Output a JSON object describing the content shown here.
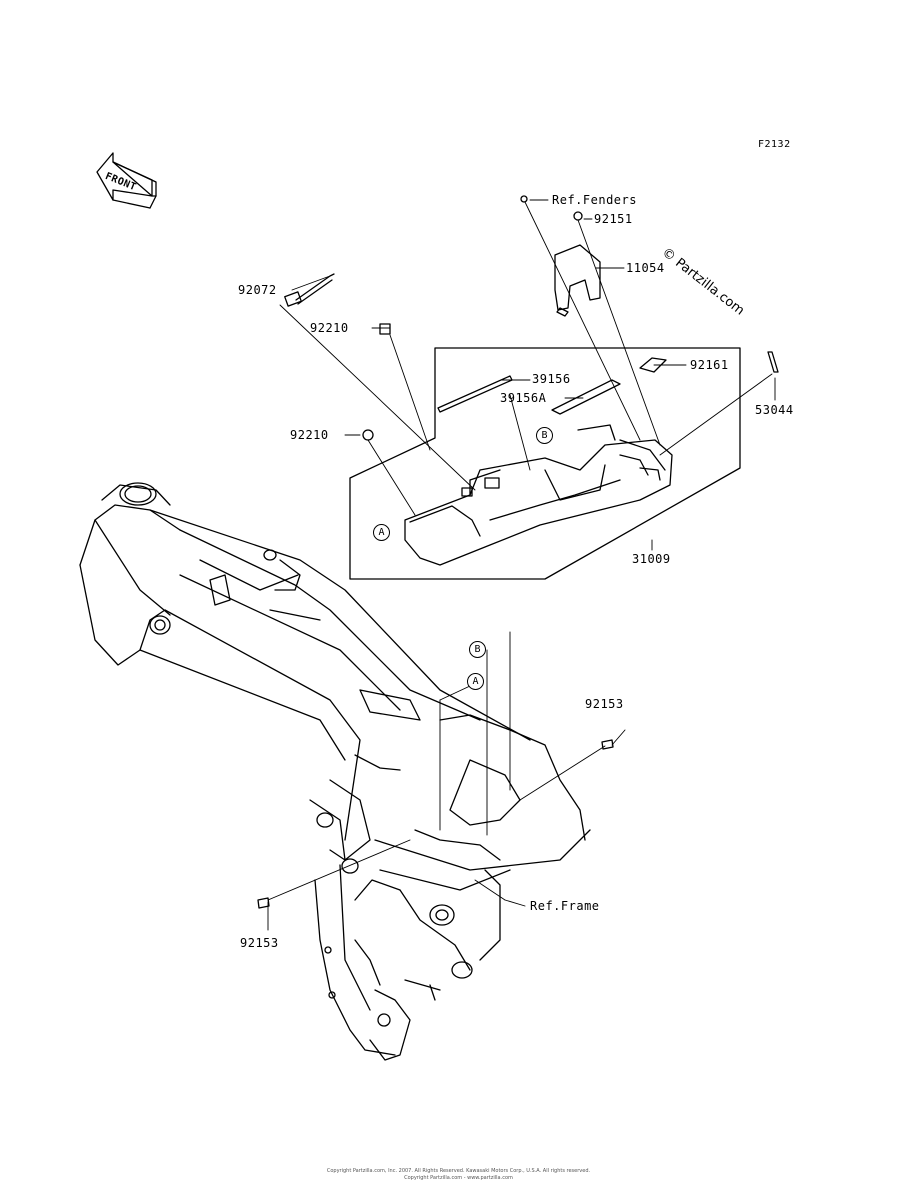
{
  "figure_code": "F2132",
  "front_label": "FRONT",
  "watermark": "© Partzilla.com",
  "parts": {
    "p92072": "92072",
    "p92210_top": "92210",
    "p92210_mid": "92210",
    "p39156": "39156",
    "p39156A": "39156A",
    "p92161": "92161",
    "p53044": "53044",
    "p92151": "92151",
    "p11054": "11054",
    "p31009": "31009",
    "p92153_right": "92153",
    "p92153_left": "92153"
  },
  "refs": {
    "fenders": "Ref.Fenders",
    "frame": "Ref.Frame"
  },
  "markers": {
    "a_upper": "A",
    "b_upper": "B",
    "a_lower": "A",
    "b_lower": "B"
  },
  "footer": {
    "line1": "Copyright Partzilla.com, Inc. 2007. All Rights Reserved. Kawasaki Motors Corp., U.S.A. All rights reserved.",
    "line2": "Copyright Partzilla.com - www.partzilla.com"
  }
}
